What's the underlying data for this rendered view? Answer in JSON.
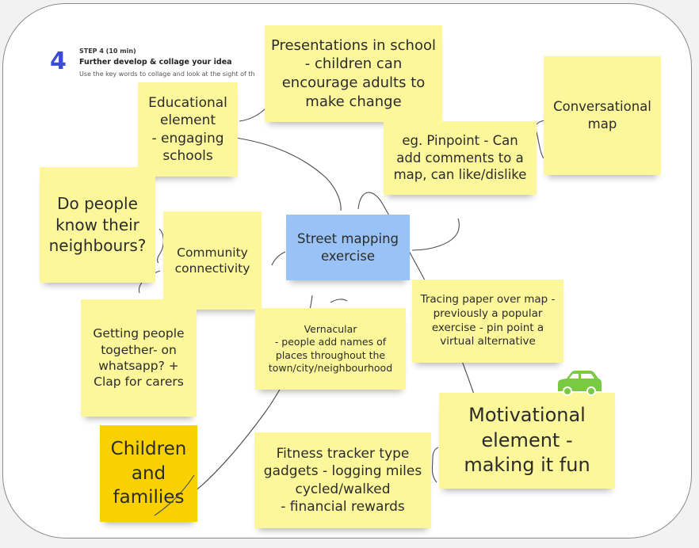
{
  "step": {
    "number": "4",
    "tag": "STEP 4 (10 min)",
    "title": "Further develop & collage your idea",
    "description": "Use the key words to collage and look at the sight of th"
  },
  "notes": {
    "presentations": "Presentations in school\n- children can\nencourage adults to\nmake change",
    "conversational": "Conversational\nmap",
    "educational": "Educational\nelement\n- engaging\nschools",
    "pinpoint": "eg. Pinpoint - Can\nadd comments to a\nmap, can like/dislike",
    "neighbours": "Do people\nknow their\nneighbours?",
    "community": "Community\nconnectivity",
    "street_mapping": "Street mapping\nexercise",
    "tracing": "Tracing paper over map -\npreviously a popular\nexercise - pin point a\nvirtual alternative",
    "whatsapp": "Getting people\ntogether- on\nwhatsapp? +\nClap for carers",
    "vernacular": "Vernacular\n- people add names of\nplaces throughout the\ntown/city/neighbourhood",
    "motivational": "Motivational\nelement -\nmaking it fun",
    "children": "Children\nand\nfamilies",
    "fitness": "Fitness tracker type\ngadgets - logging miles\ncycled/walked\n- financial rewards"
  },
  "icons": {
    "car": "car-icon"
  },
  "colors": {
    "sticky_yellow": "#fdf79c",
    "sticky_blue": "#99c3f6",
    "sticky_gold": "#f9d100",
    "car_green": "#7ac943",
    "step_number_blue": "#3b4cd6"
  }
}
